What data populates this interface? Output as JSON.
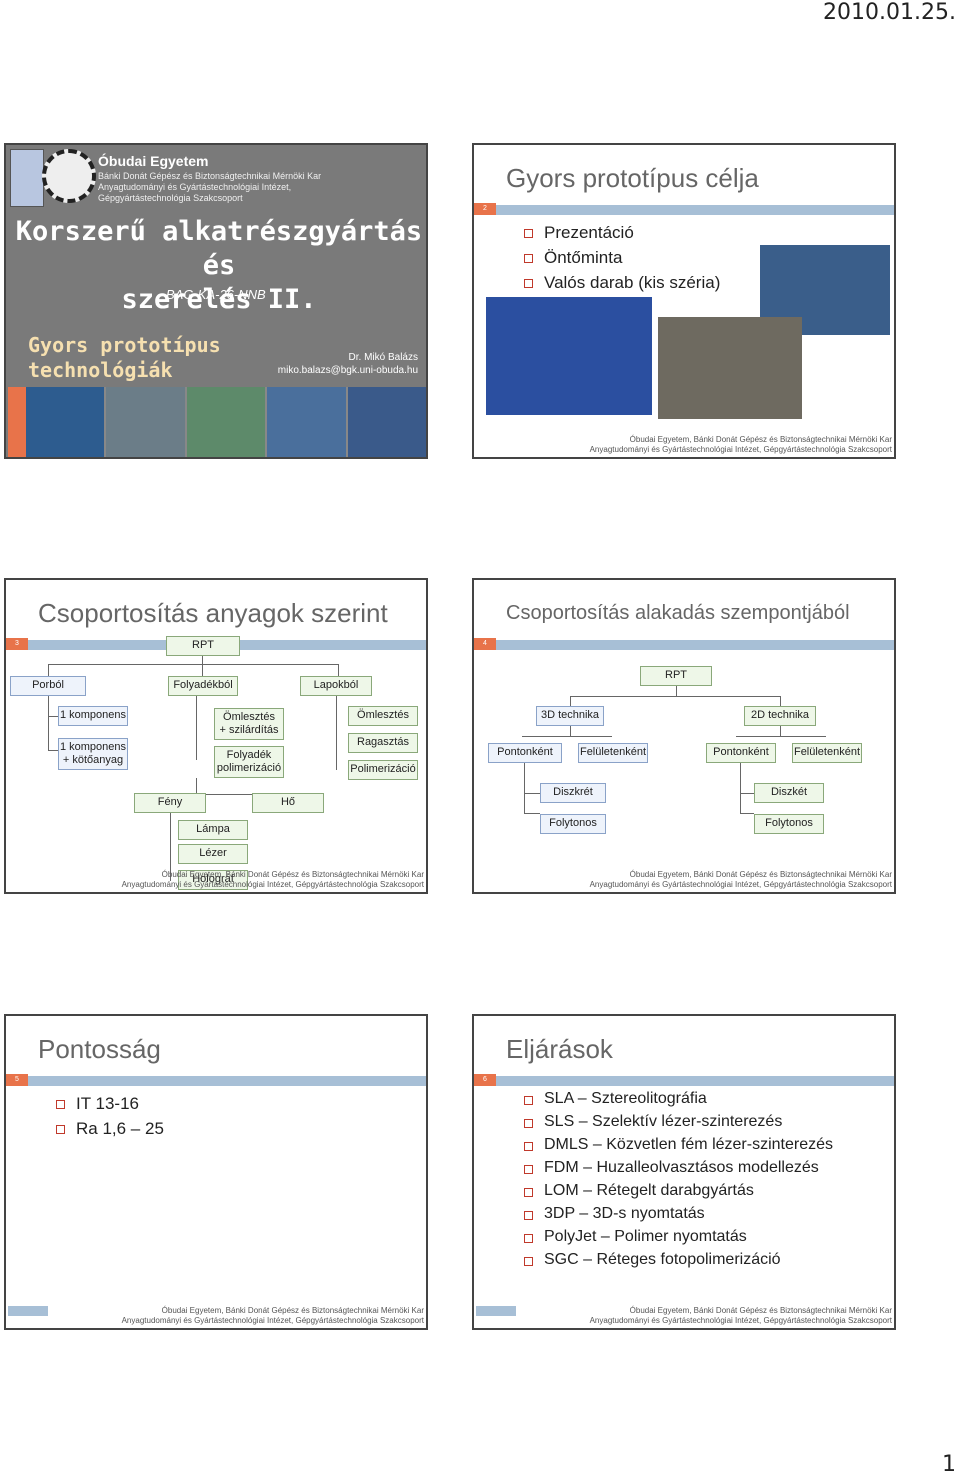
{
  "header": {
    "date": "2010.01.25.",
    "page": "1"
  },
  "footer": {
    "line1": "Óbudai Egyetem, Bánki Donát Gépész és Biztonságtechnikai Mérnöki Kar",
    "line2": "Anyagtudományi és Gyártástechnológiai Intézet, Gépgyártástechnológia Szakcsoport"
  },
  "slide1": {
    "institution": "Óbudai Egyetem",
    "inst_lines": [
      "Bánki Donát Gépész és Biztonságtechnikai Mérnöki Kar",
      "Anyagtudományi és Gyártástechnológiai Intézet,",
      "Gépgyártástechnológia Szakcsoport"
    ],
    "course_title_1": "Korszerű alkatrészgyártás és",
    "course_title_2": "szerelés II.",
    "course_code": "BAG-KA-26-NNB",
    "subtitle_1": "Gyors prototípus",
    "subtitle_2": "technológiák",
    "author": "Dr. Mikó Balázs",
    "email": "miko.balazs@bgk.uni-obuda.hu"
  },
  "slide2": {
    "num": "2",
    "title": "Gyors prototípus célja",
    "bullets": [
      "Prezentáció",
      "Öntőminta",
      "Valós darab (kis széria)"
    ]
  },
  "slide3": {
    "num": "3",
    "title": "Csoportosítás anyagok szerint",
    "root": "RPT",
    "cat1": "Porból",
    "cat2": "Folyadékból",
    "cat3": "Lapokból",
    "p1": "1 komponens",
    "p2a": "1 komponens",
    "p2b": "+ kötőanyag",
    "f1a": "Ömlesztés",
    "f1b": "+ szilárdítás",
    "f2a": "Folyadék",
    "f2b": "polimerizáció",
    "l1": "Ömlesztés",
    "l2": "Ragasztás",
    "l3": "Polimerizáció",
    "light": "Fény",
    "heat": "Hő",
    "lamp": "Lámpa",
    "laser": "Lézer",
    "holo": "Holográf"
  },
  "slide4": {
    "num": "4",
    "title": "Csoportosítás alakadás szempontjából",
    "root": "RPT",
    "t3d": "3D technika",
    "t2d": "2D technika",
    "pt1": "Pontonként",
    "sf1": "Felületenként",
    "pt2": "Pontonként",
    "sf2": "Felületenként",
    "d1": "Diszkrét",
    "c1": "Folytonos",
    "d2": "Diszkét",
    "c2": "Folytonos"
  },
  "slide5": {
    "num": "5",
    "title": "Pontosság",
    "bullets": [
      "IT 13-16",
      "Ra 1,6 – 25"
    ]
  },
  "slide6": {
    "num": "6",
    "title": "Eljárások",
    "bullets": [
      "SLA – Sztereolitográfia",
      "SLS – Szelektív lézer-szinterezés",
      "DMLS – Közvetlen fém lézer-szinterezés",
      "FDM – Huzalleolvasztásos modellezés",
      "LOM – Rétegelt darabgyártás",
      "3DP – 3D-s nyomtatás",
      "PolyJet – Polimer nyomtatás",
      "SGC – Réteges fotopolimerizáció"
    ]
  }
}
